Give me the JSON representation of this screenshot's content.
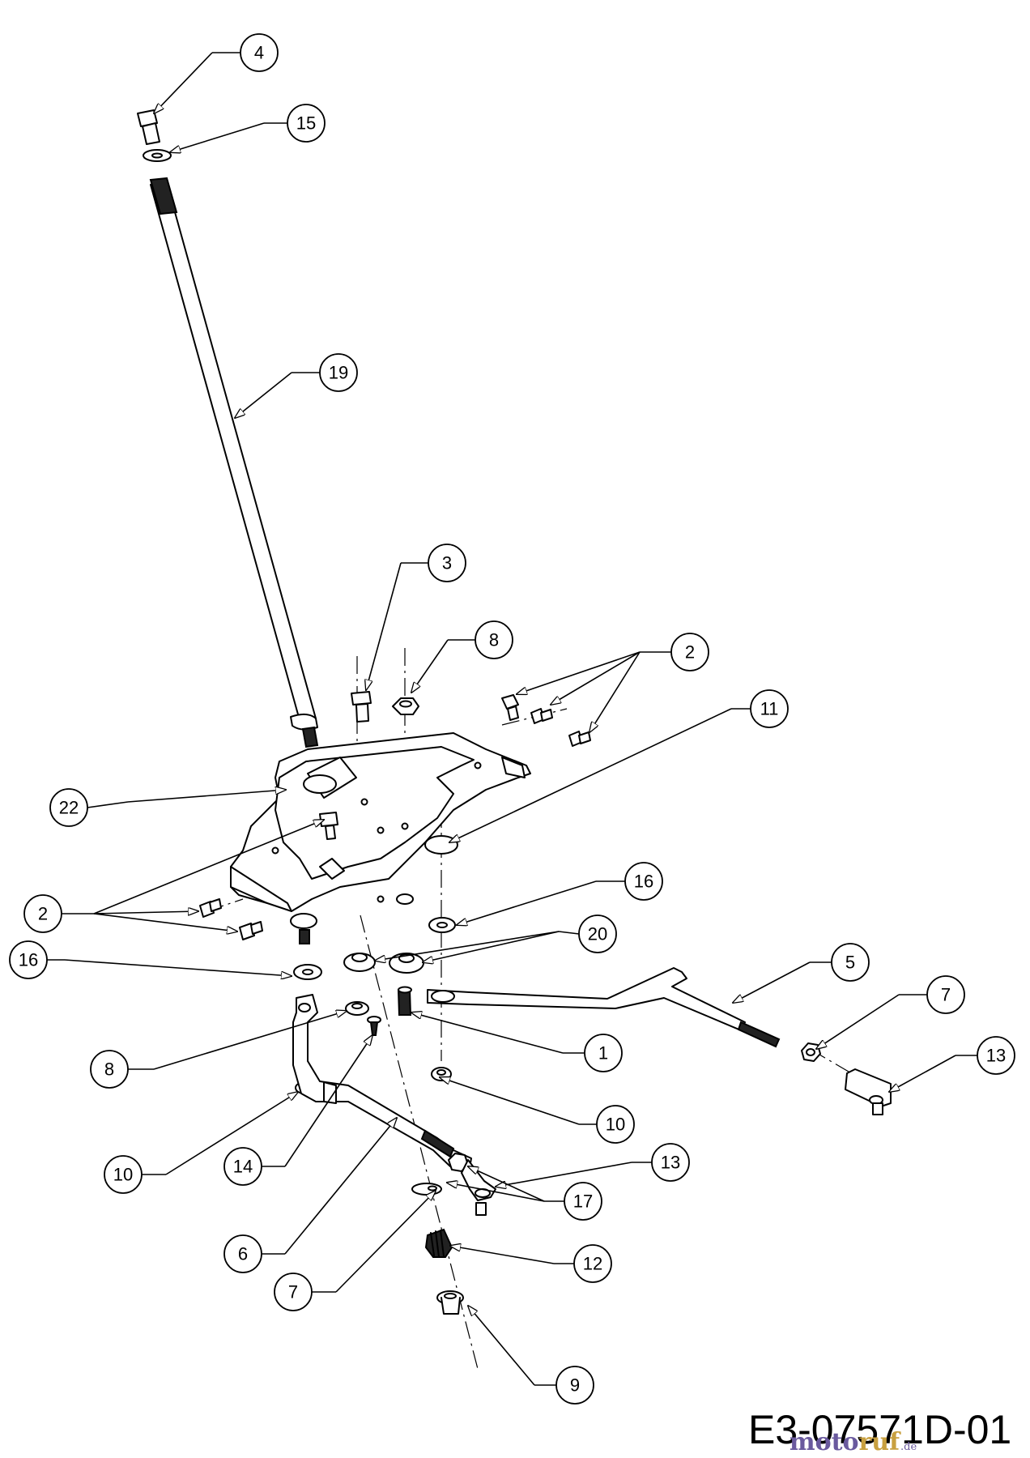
{
  "drawing_code": "E3-07571D-01",
  "watermark": {
    "text_main": "motoruf",
    "text_suffix": ".de",
    "color_a": "#6a5a9e",
    "color_b": "#c8a040"
  },
  "callouts": [
    "4",
    "15",
    "19",
    "3",
    "8",
    "2",
    "11",
    "22",
    "2",
    "16",
    "20",
    "16",
    "5",
    "7",
    "13",
    "8",
    "1",
    "10",
    "10",
    "14",
    "13",
    "17",
    "6",
    "12",
    "7",
    "9"
  ]
}
